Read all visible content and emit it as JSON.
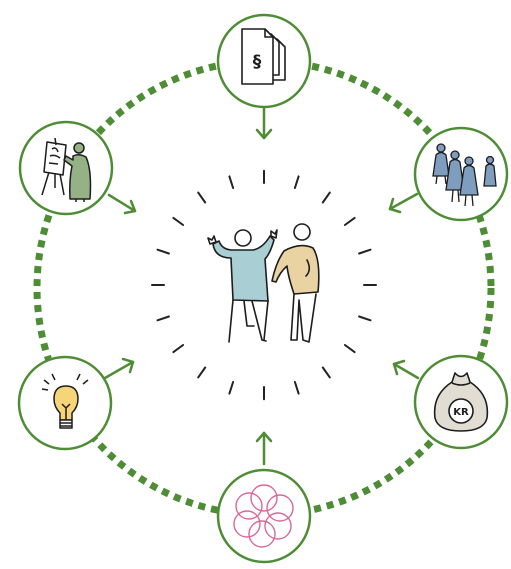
{
  "colors": {
    "ring": "#4e8d36",
    "circle_stroke": "#4e8d36",
    "arrow": "#4e8d36",
    "figure_blue": "#a9cfd4",
    "figure_tan": "#ead3a3",
    "bulb": "#f6d57a",
    "flower": "#d9679b",
    "people_blue": "#7f9dbe",
    "presenter_green": "#94b286",
    "bag_fill": "#e2ddd3",
    "ink": "#1d1d1d"
  },
  "nodes": [
    {
      "id": "documents",
      "icon": "legal-documents-icon",
      "label": "§"
    },
    {
      "id": "group",
      "icon": "people-group-icon"
    },
    {
      "id": "money",
      "icon": "money-bag-icon",
      "label": "KR"
    },
    {
      "id": "flower",
      "icon": "flower-icon"
    },
    {
      "id": "idea",
      "icon": "lightbulb-icon"
    },
    {
      "id": "presentation",
      "icon": "presenter-icon"
    }
  ],
  "center": {
    "icon": "two-celebrating-people-icon"
  }
}
